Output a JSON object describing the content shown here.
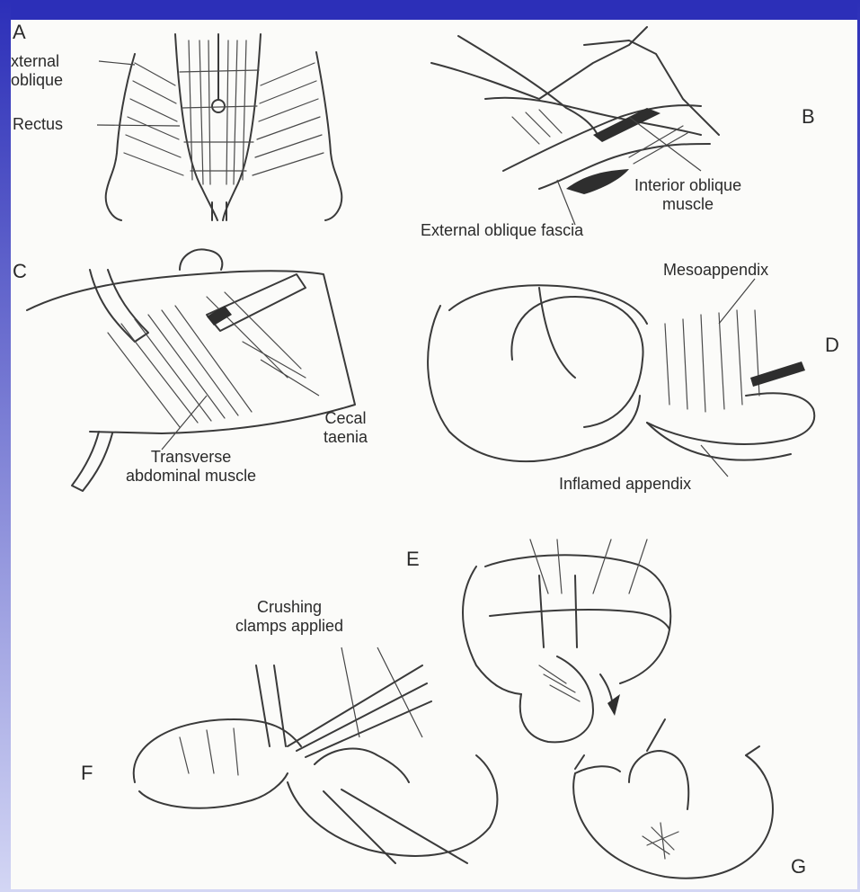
{
  "colors": {
    "frame_blue": "#2c2fb8",
    "frame_gradient_end": "#d3d6f4",
    "paper": "#fbfbf9",
    "ink": "#3a3a3a"
  },
  "panels": {
    "a": {
      "letter": "A",
      "labels": {
        "external_oblique": "xternal\noblique",
        "rectus": "Rectus"
      }
    },
    "b": {
      "letter": "B",
      "labels": {
        "interior_oblique": "Interior oblique\nmuscle",
        "external_fascia": "External oblique fascia"
      }
    },
    "c": {
      "letter": "C",
      "labels": {
        "cecal_taenia": "Cecal\ntaenia",
        "transverse": "Transverse\nabdominal muscle"
      }
    },
    "d": {
      "letter": "D",
      "labels": {
        "mesoappendix": "Mesoappendix",
        "inflamed_appendix": "Inflamed appendix"
      }
    },
    "e": {
      "letter": "E"
    },
    "f": {
      "letter": "F",
      "labels": {
        "crushing_clamps": "Crushing\nclamps applied"
      }
    },
    "g": {
      "letter": "G"
    }
  }
}
